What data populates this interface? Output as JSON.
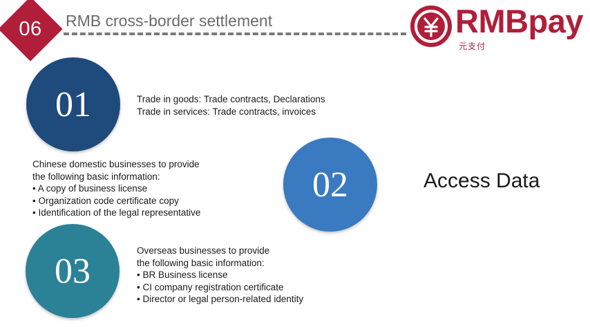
{
  "header": {
    "badge_number": "06",
    "title": "RMB cross-border settlement"
  },
  "logo": {
    "seal_glyph": "¥",
    "wordmark": "RMBpay",
    "subtitle": "元支付",
    "brand_color": "#b01e3a"
  },
  "steps": [
    {
      "number": "01",
      "color": "#1f4a7c",
      "lines": [
        "Trade in goods: Trade contracts, Declarations",
        "Trade in services: Trade contracts, invoices"
      ]
    },
    {
      "number": "02",
      "color": "#3a7ac0",
      "lines": [
        "Chinese domestic businesses to provide",
        "the following basic information:",
        "• A copy of business license",
        "• Organization code certificate copy",
        "• Identification of the legal representative"
      ]
    },
    {
      "number": "03",
      "color": "#2b8196",
      "lines": [
        "Overseas businesses to provide",
        "the following basic information:",
        "• BR Business license",
        "• CI company registration certificate",
        "• Director or legal person-related identity"
      ]
    }
  ],
  "side_title": "Access Data"
}
